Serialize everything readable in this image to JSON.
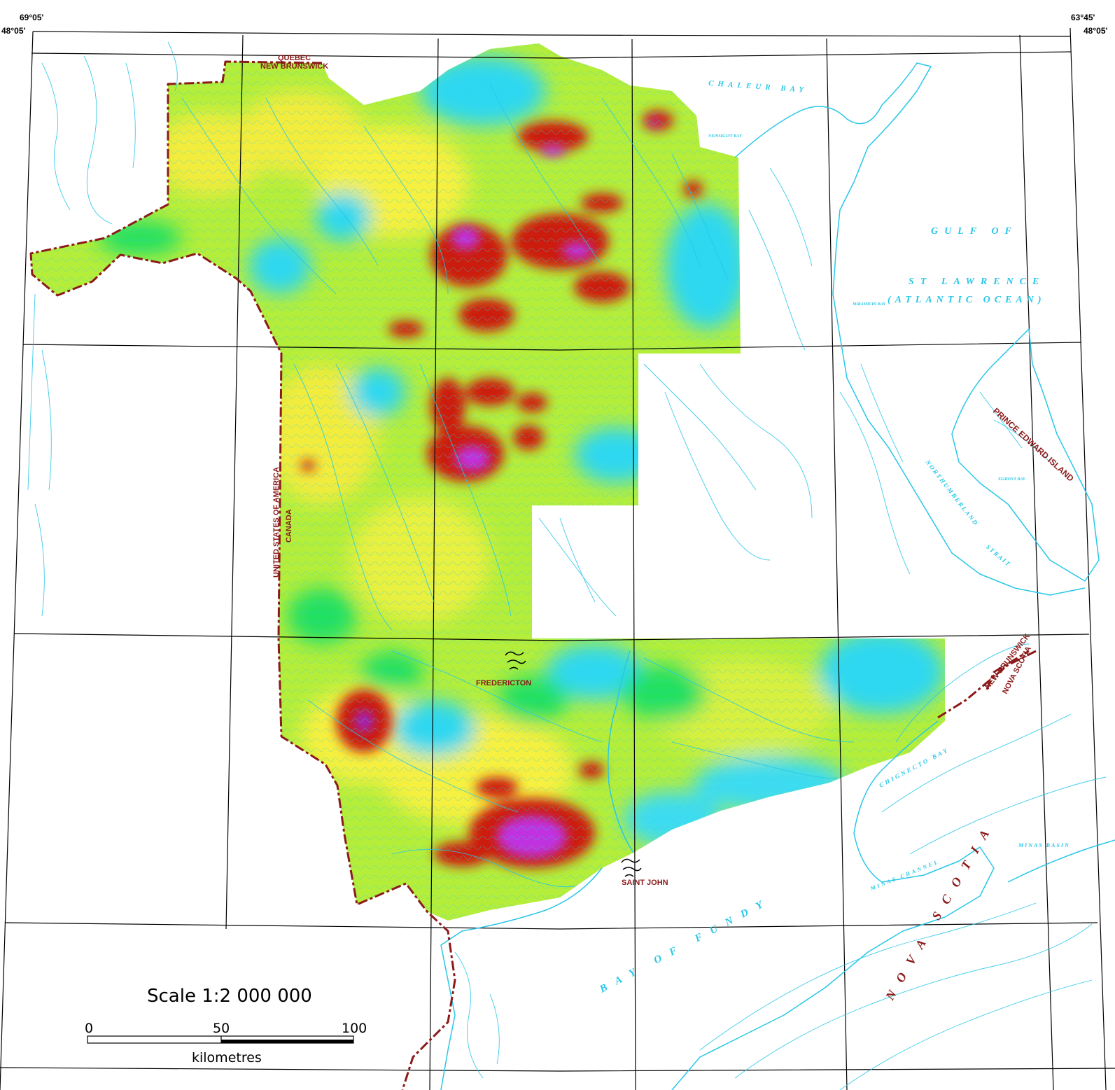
{
  "corners": {
    "tl_lon": "69°05'",
    "tl_lat": "48°05'",
    "tr_lon": "63°45'",
    "tr_lat": "48°05'"
  },
  "labels": {
    "quebec": "QUEBEC",
    "new_brunswick_top": "NEW BRUNSWICK",
    "usa": "UNITED STATES OF AMERICA",
    "canada": "CANADA",
    "fredericton": "FREDERICTON",
    "saint_john": "SAINT JOHN",
    "new_brunswick_se": "NEW BRUNSWICK",
    "nova_scotia_border": "NOVA SCOTIA",
    "pei": "PRINCE EDWARD ISLAND"
  },
  "water_labels": {
    "chaleur_bay": "CHALEUR BAY",
    "nepisiguit_bay": "NEPISIGUIT BAY",
    "gulf_of": "GULF OF",
    "st_lawrence": "ST LAWRENCE",
    "atlantic_ocean": "(ATLANTIC OCEAN)",
    "miramichi_bay": "MIRAMICHI BAY",
    "northumberland": "NORTHUMBERLAND",
    "strait": "STRAIT",
    "egmont_bay": "EGMONT BAY",
    "chignecto_bay": "CHIGNECTO BAY",
    "minas_channel": "MINAS CHANNEL",
    "minas_basin": "MINAS BASIN",
    "bay_of_fundy": "BAY OF FUNDY",
    "nova_scotia": "NOVA SCOTIA"
  },
  "scale": {
    "title": "Scale 1:2 000 000",
    "ticks": [
      "0",
      "50",
      "100"
    ],
    "units": "kilometres"
  },
  "colors": {
    "water": "#29c7e8",
    "border": "#8b1a1a",
    "anomaly_low": "#22d6f0",
    "anomaly_mid_low": "#20e060",
    "anomaly_mid": "#a8f030",
    "anomaly_mid_high": "#f4ef38",
    "anomaly_high": "#cc1a10",
    "anomaly_peak": "#c030e0"
  }
}
